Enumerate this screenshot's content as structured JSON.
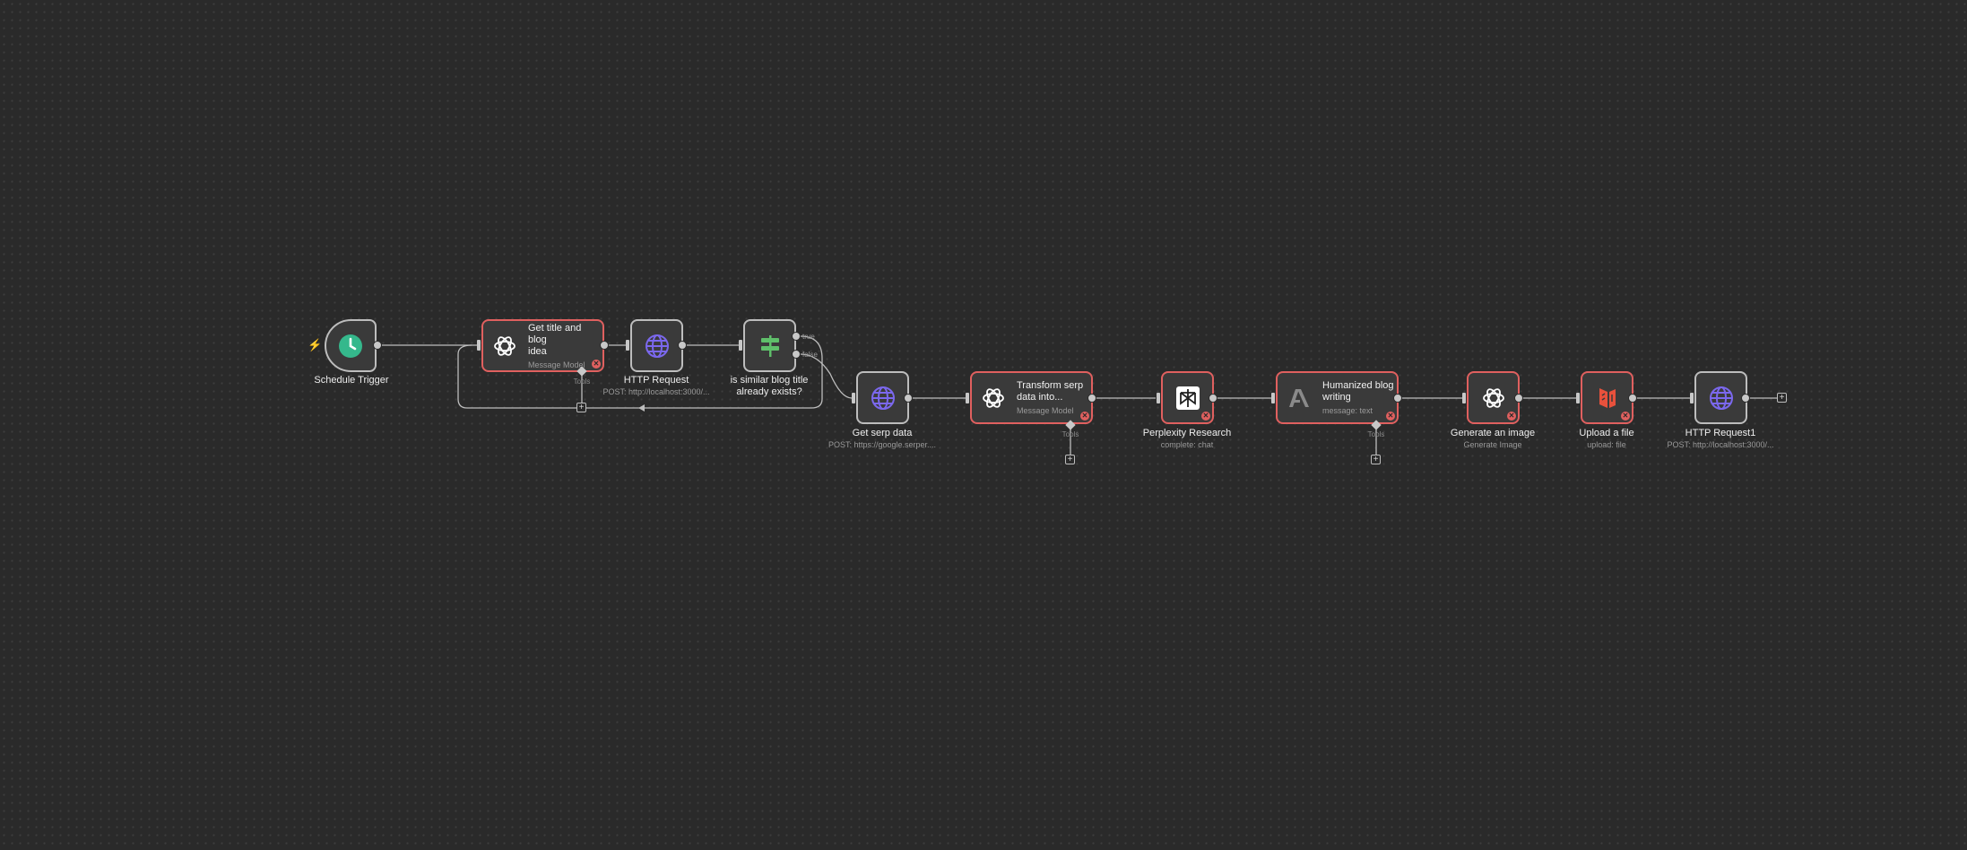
{
  "workflow": {
    "nodes": {
      "schedule_trigger": {
        "title": "Schedule Trigger",
        "icon": "clock-icon"
      },
      "get_title": {
        "title_line1": "Get title and blog",
        "title_line2": "idea",
        "subtitle": "Message Model",
        "icon": "openai-icon",
        "has_issue": true
      },
      "http_request": {
        "title": "HTTP Request",
        "subtitle": "POST: http://localhost:3000/...",
        "icon": "globe-icon"
      },
      "is_similar": {
        "title_line1": "is similar blog title",
        "title_line2": "already exists?",
        "icon": "signpost-icon",
        "branch_true": "true",
        "branch_false": "false"
      },
      "get_serp": {
        "title": "Get serp data",
        "subtitle": "POST: https://google.serper....",
        "icon": "globe-icon"
      },
      "transform_serp": {
        "title_line1": "Transform serp",
        "title_line2": "data into...",
        "subtitle": "Message Model",
        "icon": "openai-icon",
        "has_issue": true
      },
      "perplexity": {
        "title": "Perplexity Research",
        "subtitle": "complete: chat",
        "icon": "perplexity-icon",
        "has_issue": true
      },
      "humanized": {
        "title_line1": "Humanized blog",
        "title_line2": "writing",
        "subtitle": "message: text",
        "icon": "anthropic-icon",
        "has_issue": true
      },
      "generate_image": {
        "title": "Generate an image",
        "subtitle": "Generate Image",
        "icon": "openai-icon",
        "has_issue": true
      },
      "upload_file": {
        "title": "Upload a file",
        "subtitle": "upload: file",
        "icon": "upload-icon",
        "has_issue": true
      },
      "http_request1": {
        "title": "HTTP Request1",
        "subtitle": "POST: http://localhost:3000/...",
        "icon": "globe-icon"
      }
    },
    "tools_label": "Tools",
    "plus": "+"
  },
  "colors": {
    "canvas_bg": "#2a2a2a",
    "node_bg": "#3a3a3a",
    "node_border": "#bdbdbd",
    "issue_border": "#e0605f",
    "trigger_accent": "#35b88c",
    "globe_accent": "#7b68ee",
    "signpost_accent": "#5fbf6a",
    "upload_accent": "#e8513c"
  }
}
